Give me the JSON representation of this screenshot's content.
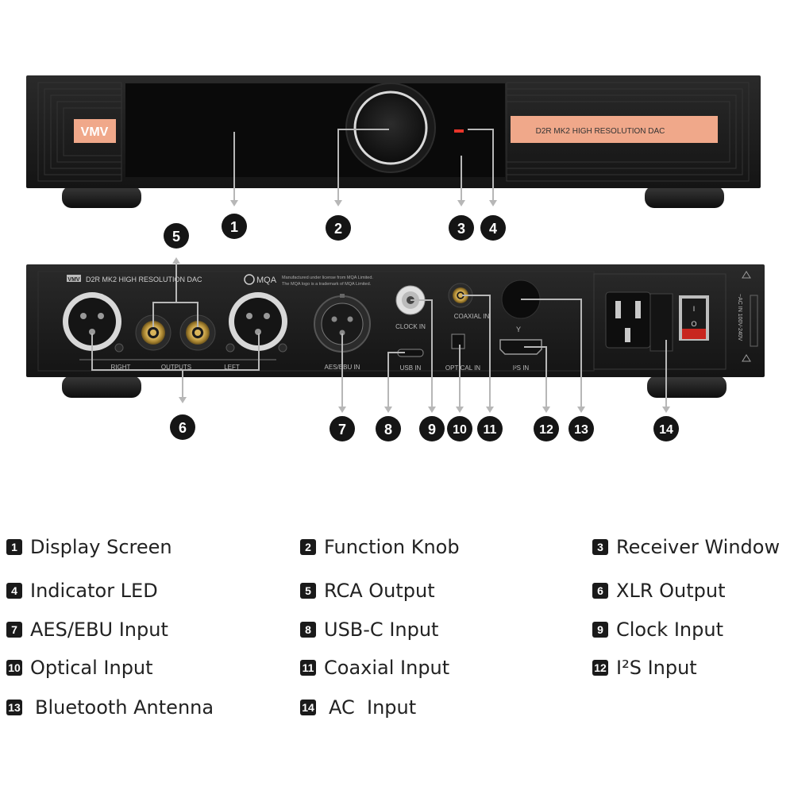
{
  "front_panel": {
    "brand_logo": "VMV",
    "model_plate": "D2R MK2 HIGH RESOLUTION DAC"
  },
  "rear_panel": {
    "brand_logo": "VMV",
    "model_title": "D2R MK2 HIGH RESOLUTION DAC",
    "mqa_logo": "MQA",
    "mqa_notice_1": "Manufactured under license from MQA Limited.",
    "mqa_notice_2": "The MQA logo is a trademark of MQA Limited.",
    "port_labels": {
      "right": "RIGHT",
      "outputs": "OUTPUTS",
      "left": "LEFT",
      "aes_ebu_in": "AES/EBU IN",
      "clock_in": "CLOCK IN",
      "usb_in": "USB IN",
      "coaxial_in": "COAXIAL IN",
      "optical_in": "OPTICAL IN",
      "i2s_in": "I²S IN",
      "ac_in": "~AC IN 100V-240V"
    }
  },
  "callouts": [
    "1",
    "2",
    "3",
    "4",
    "5",
    "6",
    "7",
    "8",
    "9",
    "10",
    "11",
    "12",
    "13",
    "14"
  ],
  "legend": [
    {
      "number": "1",
      "label": "Display Screen"
    },
    {
      "number": "2",
      "label": "Function Knob"
    },
    {
      "number": "3",
      "label": "Receiver Window"
    },
    {
      "number": "4",
      "label": "Indicator LED"
    },
    {
      "number": "5",
      "label": "RCA Output"
    },
    {
      "number": "6",
      "label": "XLR Output"
    },
    {
      "number": "7",
      "label": "AES/EBU Input"
    },
    {
      "number": "8",
      "label": "USB-C Input"
    },
    {
      "number": "9",
      "label": "Clock Input"
    },
    {
      "number": "10",
      "label": "Optical Input"
    },
    {
      "number": "11",
      "label": "Coaxial Input"
    },
    {
      "number": "12",
      "label": "I²S Input"
    },
    {
      "number": "13",
      "label": "Bluetooth Antenna"
    },
    {
      "number": "14",
      "label": "AC  Input"
    }
  ],
  "colors": {
    "chassis": "#1c1c1c",
    "copper": "#f0a88a",
    "led": "#e8352a",
    "badge": "#1a1a1a"
  }
}
